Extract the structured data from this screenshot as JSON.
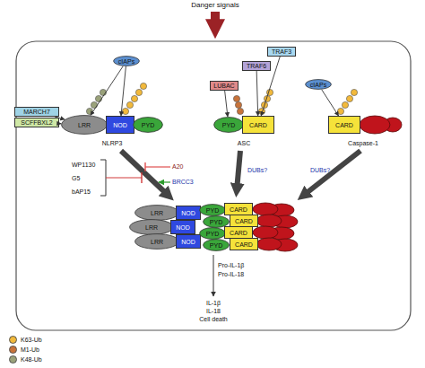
{
  "diagram": {
    "nodes": [
      {
        "text": [
          "MARCH7"
        ]
      },
      {
        "text": [
          "SCFFBXL2"
        ]
      },
      {
        "text": [
          "cIAPs"
        ]
      },
      {
        "text": [
          "LRR"
        ]
      },
      {
        "text": [
          "NOD"
        ]
      },
      {
        "text": [
          "PYD"
        ]
      },
      {
        "text": [
          "TRAF3"
        ]
      },
      {
        "text": [
          "TRAF6"
        ]
      },
      {
        "text": [
          "LUBAC"
        ]
      },
      {
        "text": [
          "PYD"
        ]
      },
      {
        "text": [
          "CARD"
        ]
      },
      {
        "text": [
          "cIAPs"
        ]
      },
      {
        "text": [
          "CARD"
        ]
      },
      {
        "text": [
          "LRR"
        ]
      },
      {
        "text": [
          "LRR"
        ]
      },
      {
        "text": [
          "LRR"
        ]
      },
      {
        "text": [
          "NOD"
        ]
      },
      {
        "text": [
          "NOD"
        ]
      },
      {
        "text": [
          "NOD"
        ]
      },
      {
        "text": [
          "PYD"
        ]
      },
      {
        "text": [
          "PYD"
        ]
      },
      {
        "text": [
          "PYD"
        ]
      },
      {
        "text": [
          "PYD"
        ]
      },
      {
        "text": [
          "CARD"
        ]
      },
      {
        "text": [
          "CARD"
        ]
      },
      {
        "text": [
          "CARD"
        ]
      },
      {
        "text": [
          "CARD"
        ]
      }
    ],
    "edges": [
      {
        "from": 0,
        "to": 3,
        "arrow": "to"
      },
      {
        "from": 1,
        "to": 3,
        "arrow": "to"
      },
      {
        "from": 2,
        "to": 3,
        "arrow": "to"
      },
      {
        "from": 2,
        "to": 4,
        "arrow": "to"
      },
      {
        "from": 6,
        "to": 10,
        "arrow": "to"
      },
      {
        "from": 7,
        "to": 10,
        "arrow": "to"
      },
      {
        "from": 8,
        "to": 9,
        "arrow": "to"
      },
      {
        "from": 11,
        "to": 12,
        "arrow": "to"
      }
    ],
    "labels": [
      "Danger signals",
      "NLRP3",
      "ASC",
      "Caspase-1",
      "WP1130",
      "G5",
      "bAP15",
      "A20",
      "BRCC3",
      "DUBs?",
      "DUBs?",
      "Pro-IL-1β",
      "Pro-IL-18",
      "IL-1β",
      "IL-18",
      "Cell death"
    ],
    "legend": [
      {
        "text": "K63-Ub",
        "color": "#f2b93b"
      },
      {
        "text": "M1-Ub",
        "color": "#c8733a"
      },
      {
        "text": "K48-Ub",
        "color": "#9aa27a"
      }
    ]
  }
}
